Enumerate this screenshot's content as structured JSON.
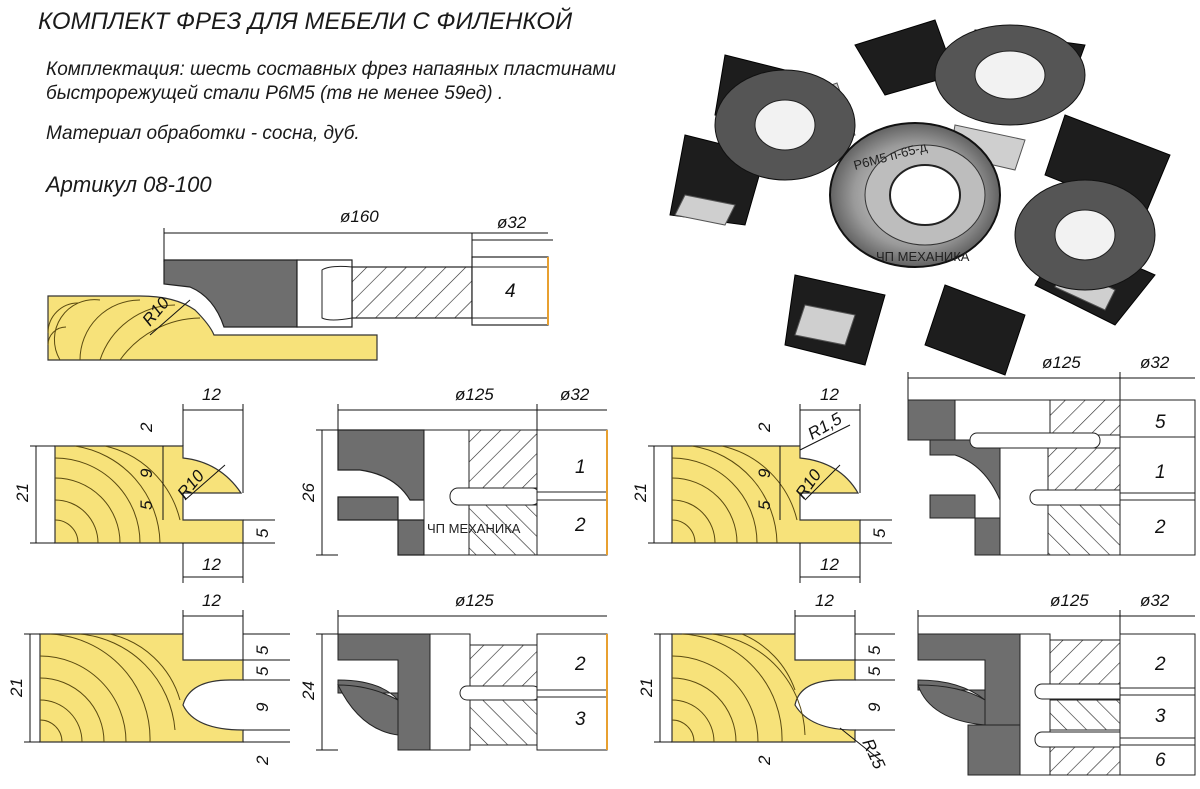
{
  "title": "КОМПЛЕКТ ФРЕЗ ДЛЯ МЕБЕЛИ С ФИЛЕНКОЙ",
  "description_line1": "Комплектация: шесть составных фрез напаяных пластинами",
  "description_line2": "быстрорежущей стали Р6М5 (тв не менее 59ед) .",
  "material": "Материал обработки - сосна, дуб.",
  "article": "Артикул 08-100",
  "watermark": "ЧП МЕХАНИКА",
  "colors": {
    "wood": "#f7e27a",
    "wood_lines": "#5a4a10",
    "cutter": "#6e6e6e",
    "cutter_dark": "#1c1c1c",
    "marker": "#e8a030"
  },
  "top_view": {
    "diameter": "ø160",
    "bore": "ø32",
    "radius": "R10",
    "cutter_no": "4"
  },
  "view_a": {
    "height": "21",
    "depth": "12",
    "top_step": "2",
    "h9": "9",
    "h5": "5",
    "radius": "R10",
    "bottom": "5",
    "bottom_depth": "12"
  },
  "view_b": {
    "diameter": "ø125",
    "bore": "ø32",
    "height": "26",
    "cutter1": "1",
    "cutter2": "2"
  },
  "view_c": {
    "height": "21",
    "depth": "12",
    "top_step": "2",
    "h9": "9",
    "h5": "5",
    "radius1": "R1,5",
    "radius2": "R10",
    "bottom": "5",
    "bottom_depth": "12"
  },
  "view_d": {
    "diameter": "ø125",
    "bore": "ø32",
    "cutter5": "5",
    "cutter1": "1",
    "cutter2": "2"
  },
  "view_e": {
    "height": "21",
    "depth": "12",
    "h5a": "5",
    "h5b": "5",
    "h9": "9",
    "bottom": "2"
  },
  "view_f": {
    "diameter": "ø125",
    "height": "24",
    "cutter2": "2",
    "cutter3": "3"
  },
  "view_g": {
    "height": "21",
    "depth": "12",
    "h5a": "5",
    "h5b": "5",
    "h9": "9",
    "bottom": "2",
    "radius": "R15"
  },
  "view_h": {
    "diameter": "ø125",
    "bore": "ø32",
    "cutter2": "2",
    "cutter3": "3",
    "cutter6": "6"
  }
}
